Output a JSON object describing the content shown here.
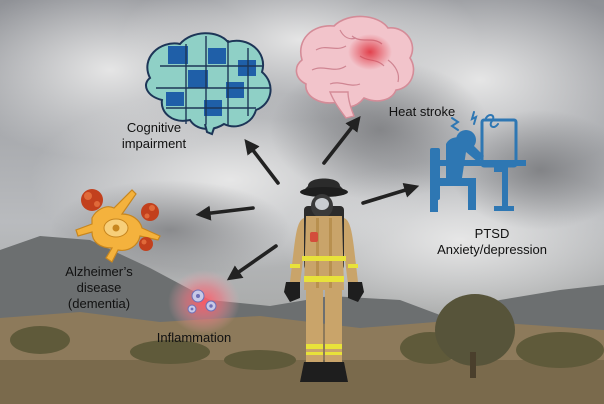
{
  "labels": {
    "cognitive": [
      "Cognitive",
      "impairment"
    ],
    "heat_stroke": "Heat stroke",
    "ptsd": [
      "PTSD",
      "Anxiety/depression"
    ],
    "alzheimers": [
      "Alzheimer’s",
      "disease",
      "(dementia)"
    ],
    "inflammation": "Inflammation"
  },
  "icons": {
    "center": "firefighter-icon",
    "top_left": "puzzle-brain-icon",
    "top_right": "brain-heat-icon",
    "right": "stressed-person-at-desk-icon",
    "left": "neuron-with-plaques-icon",
    "bottom_left": "inflamed-cells-icon"
  },
  "colors": {
    "puzzle_teal": "#8fd0c6",
    "puzzle_blue": "#1f5fa8",
    "brain_pink": "#f2c4cb",
    "heat_red": "#e0333f",
    "ptsd_blue": "#2e77b3",
    "neuron_orange": "#f4b23d",
    "plaque_red": "#c2401d",
    "gear_tan": "#c9a46a",
    "reflective_yellow": "#e8e23a",
    "arrow": "#222222"
  }
}
